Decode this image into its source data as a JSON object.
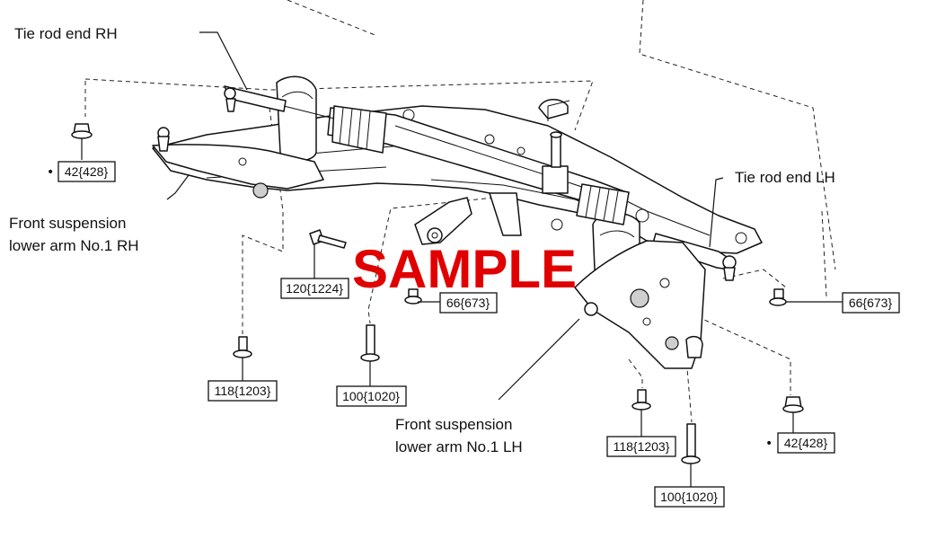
{
  "labels": {
    "tie_rod_rh": "Tie rod end RH",
    "tie_rod_lh": "Tie rod end LH",
    "lower_arm_rh_line1": "Front suspension",
    "lower_arm_rh_line2": "lower arm No.1 RH",
    "lower_arm_lh_line1": "Front suspension",
    "lower_arm_lh_line2": "lower arm No.1 LH"
  },
  "torque": {
    "nut_rh": "42{428}",
    "nut_lh": "42{428}",
    "bolt_120": "120{1224}",
    "bolt_66_center": "66{673}",
    "bolt_66_right": "66{673}",
    "bolt_118_left": "118{1203}",
    "bolt_118_right": "118{1203}",
    "bolt_100_left": "100{1020}",
    "bolt_100_right": "100{1020}"
  },
  "marks": {
    "dot_rh": "•",
    "dot_lh": "•"
  },
  "watermark": {
    "text": "SAMPLE",
    "color": "#e00000"
  }
}
